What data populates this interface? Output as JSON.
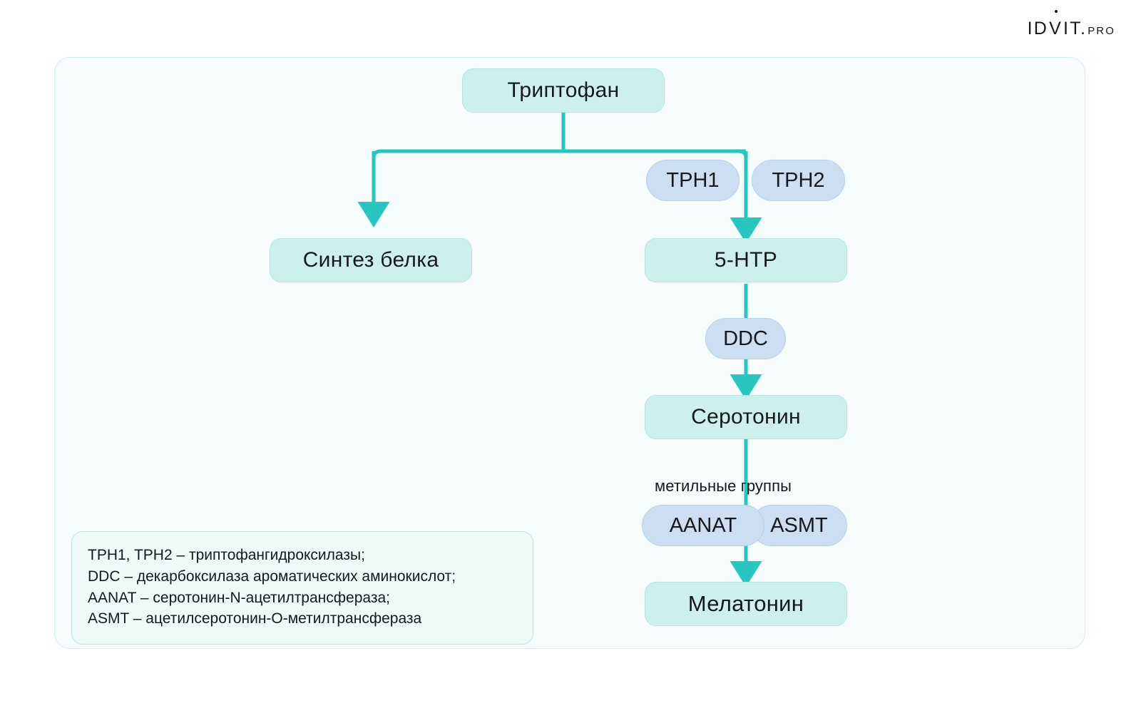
{
  "brand": {
    "name_main_1": "ID",
    "name_main_2": "V",
    "name_main_3": "IT.",
    "name_suffix": "PRO"
  },
  "diagram": {
    "title": "Melatonin biosynthesis pathway",
    "nodes": [
      {
        "id": "tryptophan",
        "label": "Триптофан",
        "kind": "substance"
      },
      {
        "id": "protein-synthesis",
        "label": "Синтез белка",
        "kind": "substance"
      },
      {
        "id": "5htp",
        "label": "5-HTP",
        "kind": "substance"
      },
      {
        "id": "serotonin",
        "label": "Серотонин",
        "kind": "substance"
      },
      {
        "id": "melatonin",
        "label": "Мелатонин",
        "kind": "substance"
      }
    ],
    "enzymes": [
      {
        "id": "tph1",
        "label": "TPH1"
      },
      {
        "id": "tph2",
        "label": "TPH2"
      },
      {
        "id": "ddc",
        "label": "DDC"
      },
      {
        "id": "aanat",
        "label": "AANAT"
      },
      {
        "id": "asmt",
        "label": "ASMT"
      }
    ],
    "captions": [
      {
        "id": "methyl-groups",
        "label": "метильные группы"
      }
    ]
  },
  "legend": {
    "lines": [
      "TPH1, TPH2 – триптофангидроксилазы;",
      "DDC – декарбоксилаза ароматических аминокислот;",
      "AANAT – серотонин-N-ацетилтрансфераза;",
      "ASMT – ацетилсеротонин-O-метилтрансфераза"
    ]
  },
  "colors": {
    "page_background": "#ffffff",
    "panel_background": "#f7fcfc",
    "panel_border": "#cdeff0",
    "substance_fill": "#cdf0ec",
    "substance_border": "#b2e6e2",
    "enzyme_fill": "#cbdef2",
    "enzyme_border": "#b3d2ee",
    "arrow": "#27c6c0",
    "legend_fill": "#eefaf8",
    "legend_border": "#b9e7e3",
    "text": "#15181c"
  }
}
